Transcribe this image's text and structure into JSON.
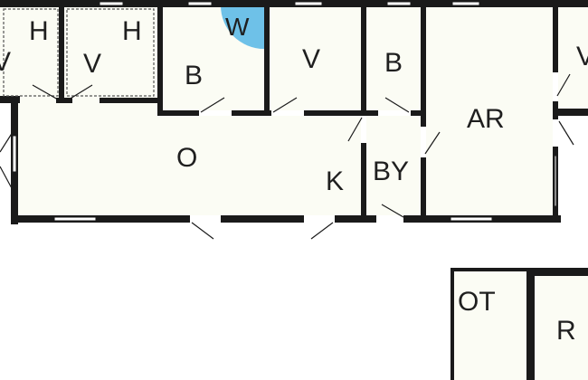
{
  "plan": {
    "rooms": {
      "v_left_partial": "V",
      "h1": "H",
      "v1": "V",
      "h2": "H",
      "b1": "B",
      "w": "W",
      "v2": "V",
      "b2": "B",
      "ar": "AR",
      "v_right_partial": "V",
      "o": "O",
      "k": "K",
      "by": "BY",
      "ot": "OT",
      "r": "R"
    },
    "colors": {
      "wall": "#1a1a1a",
      "room_fill": "#fbfcf4",
      "window": "#ffffff",
      "whirlpool": "#6ec1e8",
      "dashed": "#555555"
    }
  }
}
